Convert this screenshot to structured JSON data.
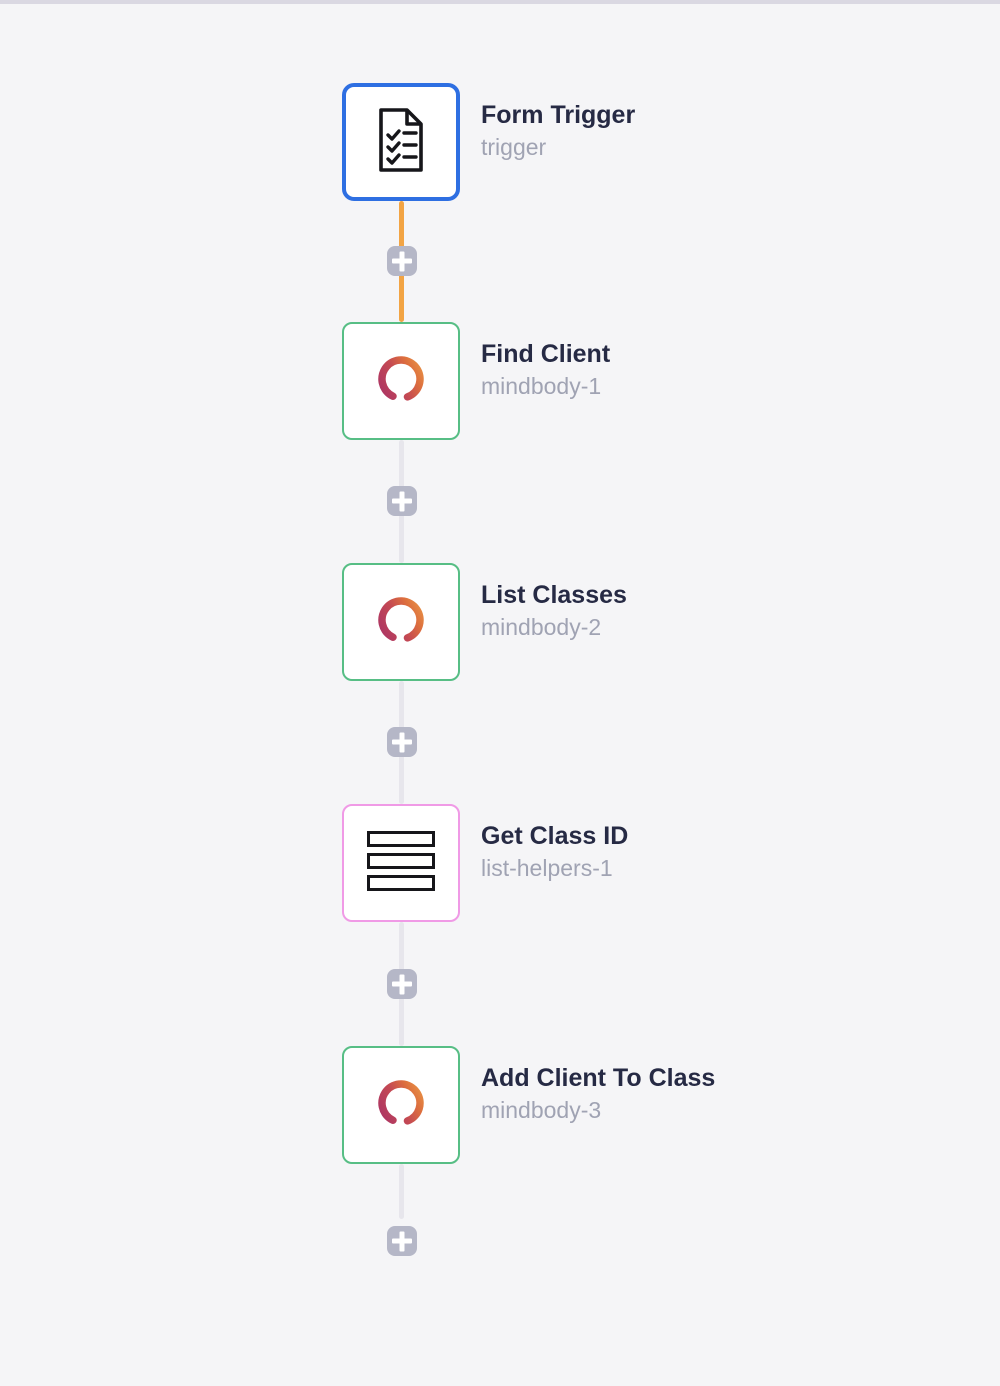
{
  "page": {
    "background_color": "#f5f5f7",
    "topbar_color": "#dad8e2"
  },
  "workflow": {
    "nodes": [
      {
        "title": "Form Trigger",
        "subtitle": "trigger",
        "icon": "form-document-icon",
        "border_color": "#2e6fe2",
        "selected": true
      },
      {
        "title": "Find Client",
        "subtitle": "mindbody-1",
        "icon": "mindbody-logo-icon",
        "border_color": "#57be85",
        "selected": false
      },
      {
        "title": "List Classes",
        "subtitle": "mindbody-2",
        "icon": "mindbody-logo-icon",
        "border_color": "#57be85",
        "selected": false
      },
      {
        "title": "Get Class ID",
        "subtitle": "list-helpers-1",
        "icon": "list-bars-icon",
        "border_color": "#f09ae6",
        "selected": false
      },
      {
        "title": "Add Client To Class",
        "subtitle": "mindbody-3",
        "icon": "mindbody-logo-icon",
        "border_color": "#57be85",
        "selected": false
      }
    ],
    "connector_colors": {
      "active": "#f2a444",
      "default": "#e7e6ec"
    },
    "add_button_color": "#b5b7c7",
    "icon_colors": {
      "mindbody_gradient": [
        "#a93267",
        "#c44953",
        "#dd6f3e",
        "#eb9b47"
      ],
      "line_icon_stroke": "#16161a"
    }
  }
}
